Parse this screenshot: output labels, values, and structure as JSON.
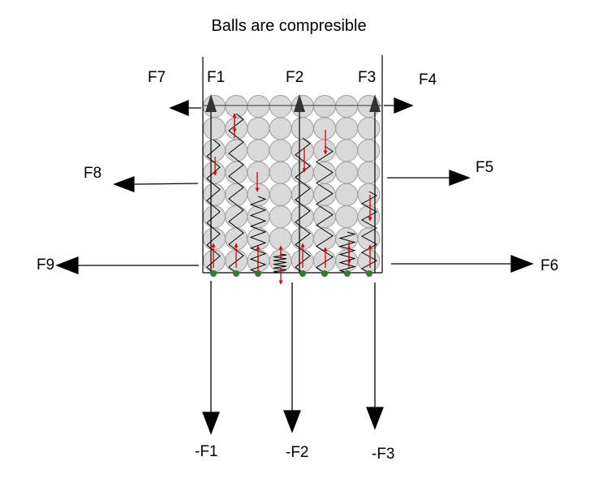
{
  "title": "Balls are compresible",
  "labels": {
    "F1": "F1",
    "F2": "F2",
    "F3": "F3",
    "F4": "F4",
    "F5": "F5",
    "F6": "F6",
    "F7": "F7",
    "F8": "F8",
    "F9": "F9",
    "negF1": "-F1",
    "negF2": "-F2",
    "negF3": "-F3"
  },
  "grid": {
    "columns": 8,
    "rows": 8
  },
  "colors": {
    "ball_fill": "#d9d9d9",
    "ball_stroke": "#9e9e9e",
    "arrow": "#000000",
    "small_arrow": "#e00000",
    "node": "#2e7d32",
    "spring": "#000000"
  }
}
